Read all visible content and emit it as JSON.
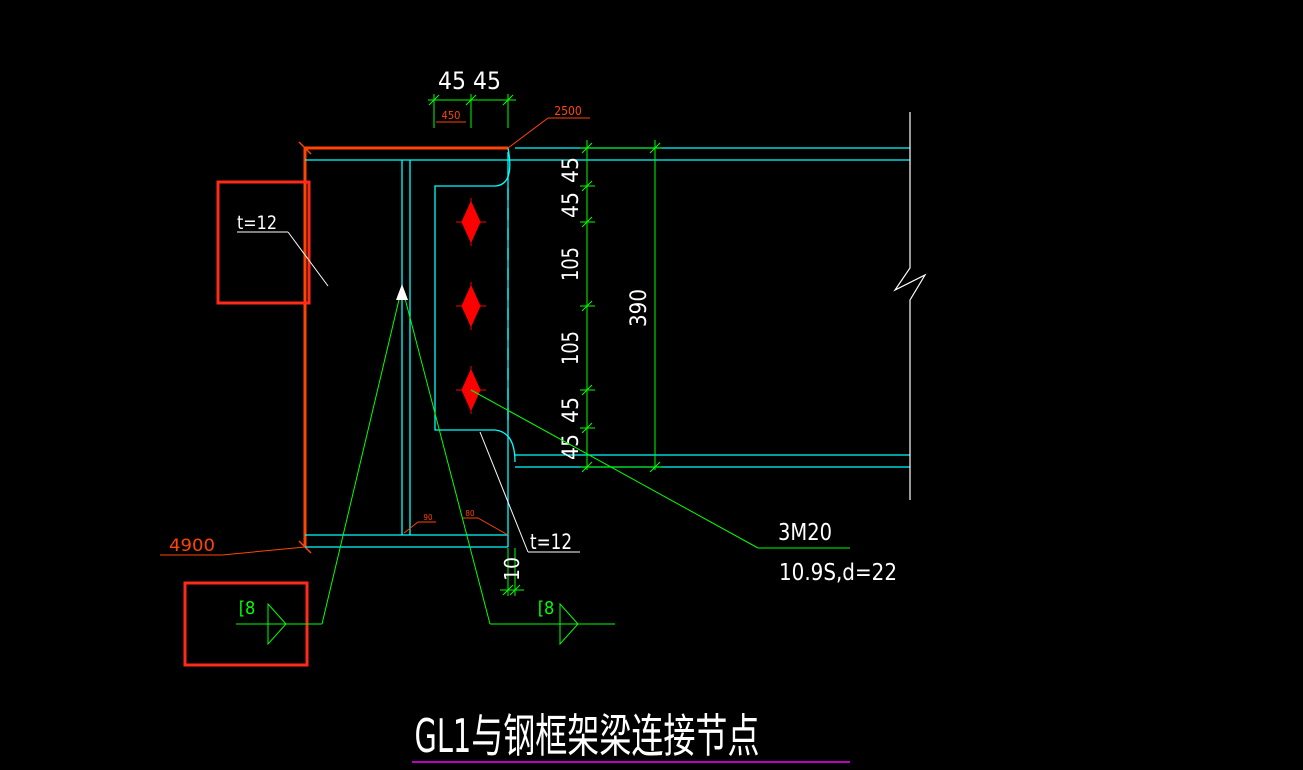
{
  "drawing": {
    "title": "GL1与钢框架梁连接节点",
    "dimensions": {
      "top_a": "45",
      "top_b": "45",
      "top_small": "450",
      "right_1": "45",
      "right_2": "45",
      "right_3": "105",
      "right_4": "105",
      "right_5": "45",
      "right_6": "45",
      "overall": "390",
      "gap": "10"
    },
    "labels": {
      "weld_top": "2500",
      "weld_left": "4900",
      "plate_left": "t=12",
      "plate_right": "t=12",
      "bolts_qty": "3M20",
      "bolts_spec": "10.9S,d=22",
      "weld_sym_left": "[8",
      "weld_sym_right": "[8",
      "small_a": "90",
      "small_b": "80"
    }
  },
  "colors": {
    "background": "#000000",
    "cyan": "#00FFFF",
    "green": "#00FF00",
    "orange": "#FF4500",
    "red": "#FF0000",
    "white": "#FFFFFF",
    "magenta": "#FF00FF"
  }
}
